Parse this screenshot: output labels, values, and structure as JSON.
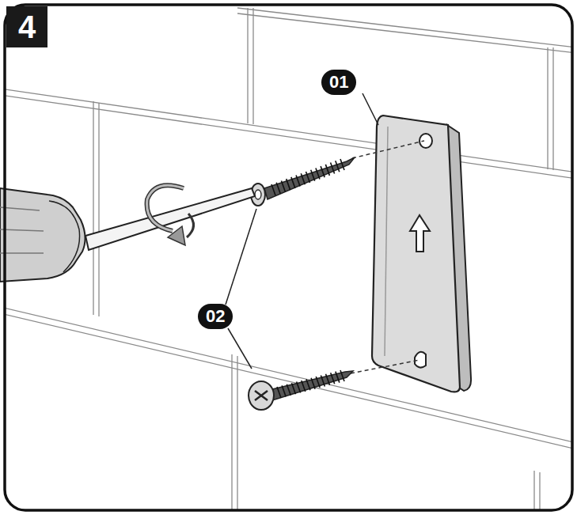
{
  "diagram": {
    "labels": [
      "4",
      "01",
      "02"
    ]
  }
}
